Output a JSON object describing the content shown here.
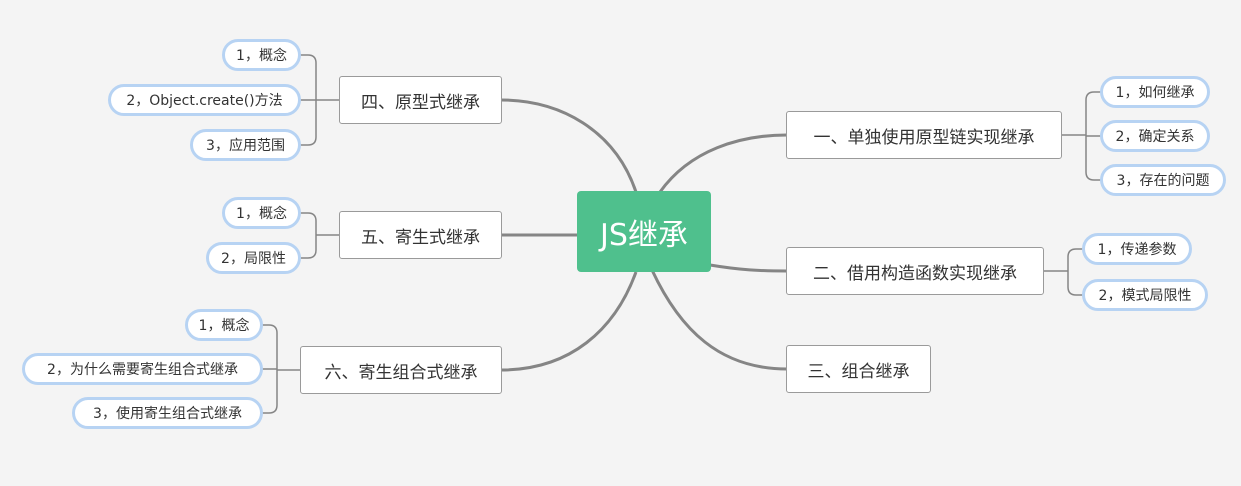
{
  "diagram": {
    "root": "JS继承",
    "branches": [
      {
        "label": "一、单独使用原型链实现继承",
        "children": [
          "1，如何继承",
          "2，确定关系",
          "3，存在的问题"
        ]
      },
      {
        "label": "二、借用构造函数实现继承",
        "children": [
          "1，传递参数",
          "2，模式局限性"
        ]
      },
      {
        "label": "三、组合继承",
        "children": []
      },
      {
        "label": "四、原型式继承",
        "children": [
          "1，概念",
          "2，Object.create()方法",
          "3，应用范围"
        ]
      },
      {
        "label": "五、寄生式继承",
        "children": [
          "1，概念",
          "2，局限性"
        ]
      },
      {
        "label": "六、寄生组合式继承",
        "children": [
          "1，概念",
          "2，为什么需要寄生组合式继承",
          "3，使用寄生组合式继承"
        ]
      }
    ],
    "colors": {
      "root_fill": "#4fc08d",
      "connector": "#858585",
      "leaf_border": "#b7d3f3",
      "branch_border": "#9a9a9a",
      "background": "#f4f4f4"
    }
  }
}
